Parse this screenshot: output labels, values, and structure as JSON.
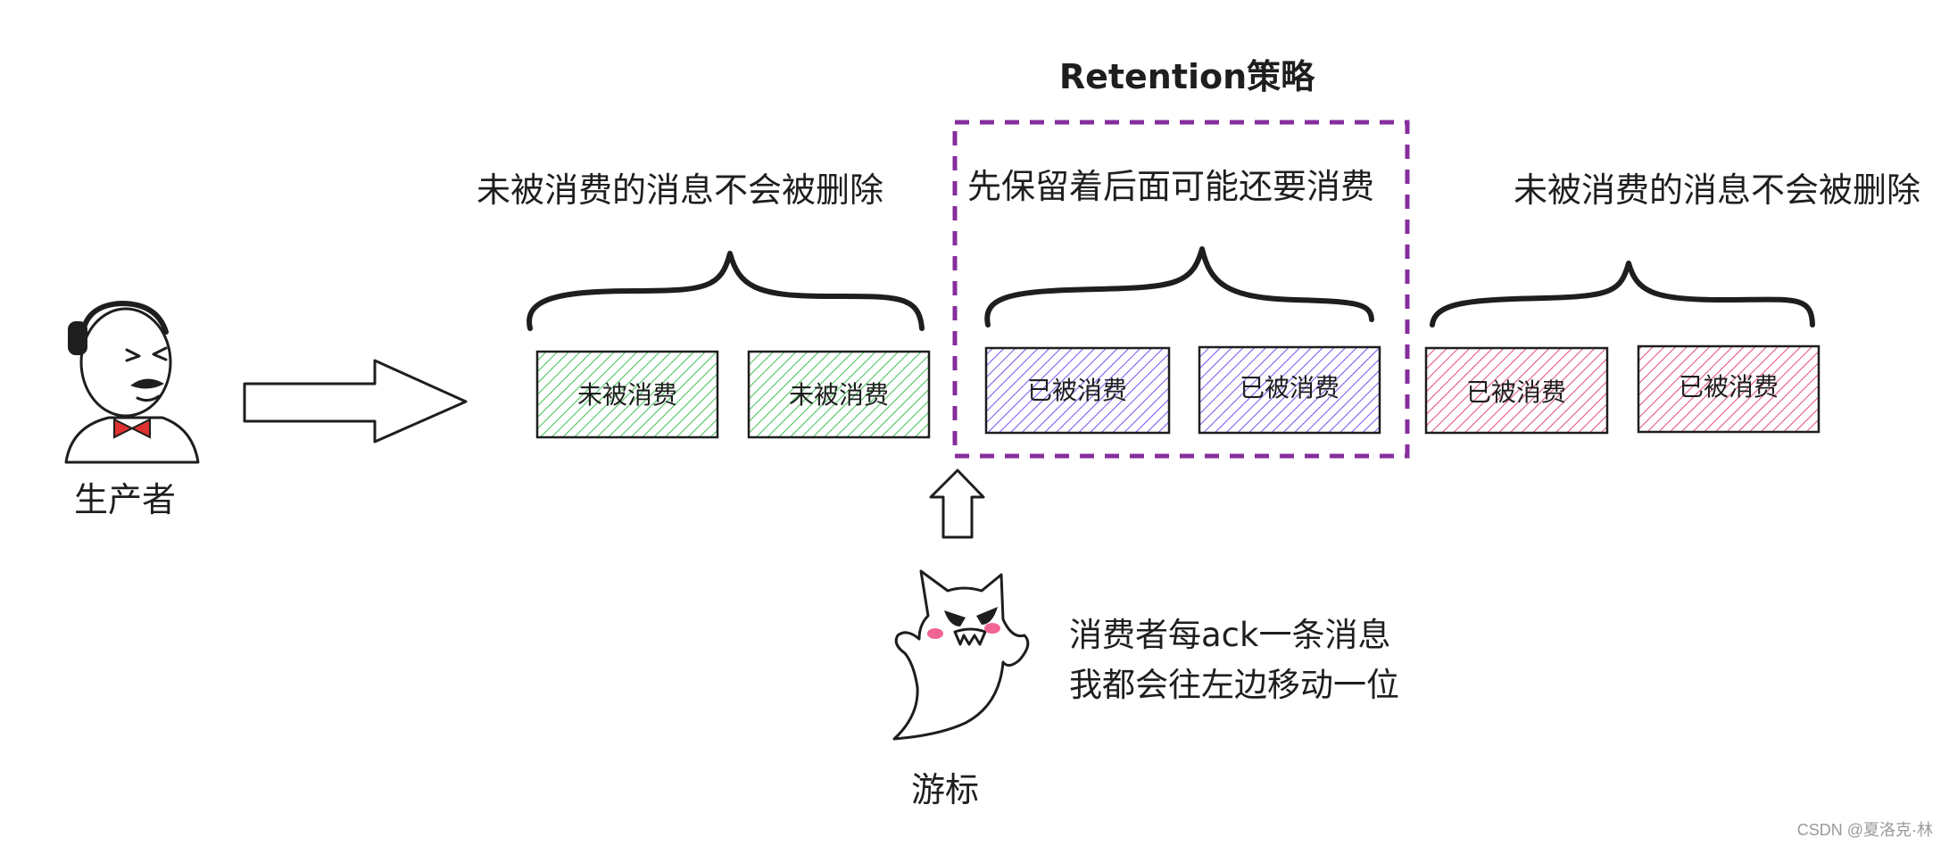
{
  "title": "Retention策略",
  "captions": {
    "left": "未被消费的消息不会被删除",
    "middle": "先保留着后面可能还要消费",
    "right": "未被消费的消息不会被删除"
  },
  "producer_label": "生产者",
  "cursor_label": "游标",
  "cursor_note": [
    "消费者每ack一条消息",
    "我都会往左边移动一位"
  ],
  "messages": [
    {
      "label": "未被消费",
      "color": "#40c057"
    },
    {
      "label": "未被消费",
      "color": "#40c057"
    },
    {
      "label": "已被消费",
      "color": "#7950f2"
    },
    {
      "label": "已被消费",
      "color": "#7950f2"
    },
    {
      "label": "已被消费",
      "color": "#e64980"
    },
    {
      "label": "已被消费",
      "color": "#e64980"
    }
  ],
  "colors": {
    "retention_border": "#862e9c",
    "arrow": "#868e96",
    "producer_skin": "#f59f00",
    "producer_shirt": "#1e1e1e",
    "bow_tie": "#e03131",
    "ghost_cheek": "#f06595"
  },
  "watermark": "CSDN @夏洛克·林"
}
